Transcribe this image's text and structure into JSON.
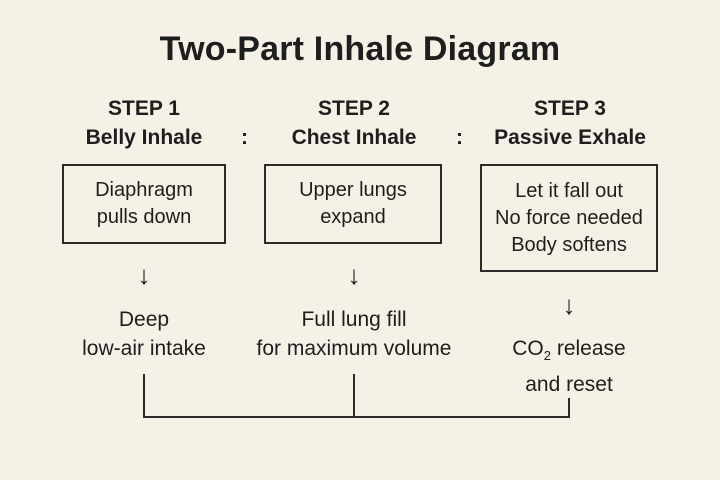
{
  "title": "Two-Part Inhale Diagram",
  "separator": ":",
  "arrow": "↓",
  "steps": [
    {
      "step_label": "STEP 1",
      "name": "Belly Inhale",
      "box_lines": [
        "Diaphragm",
        "pulls down"
      ],
      "outcome_lines": [
        "Deep",
        "low-air intake"
      ]
    },
    {
      "step_label": "STEP 2",
      "name": "Chest Inhale",
      "box_lines": [
        "Upper lungs",
        "expand"
      ],
      "outcome_lines": [
        "Full lung fill",
        "for maximum volume"
      ]
    },
    {
      "step_label": "STEP 3",
      "name": "Passive Exhale",
      "box_lines": [
        "Let it fall out",
        "No force needed",
        "Body softens"
      ],
      "outcome_lines": [
        "CO",
        "2",
        " release",
        "and reset"
      ]
    }
  ]
}
